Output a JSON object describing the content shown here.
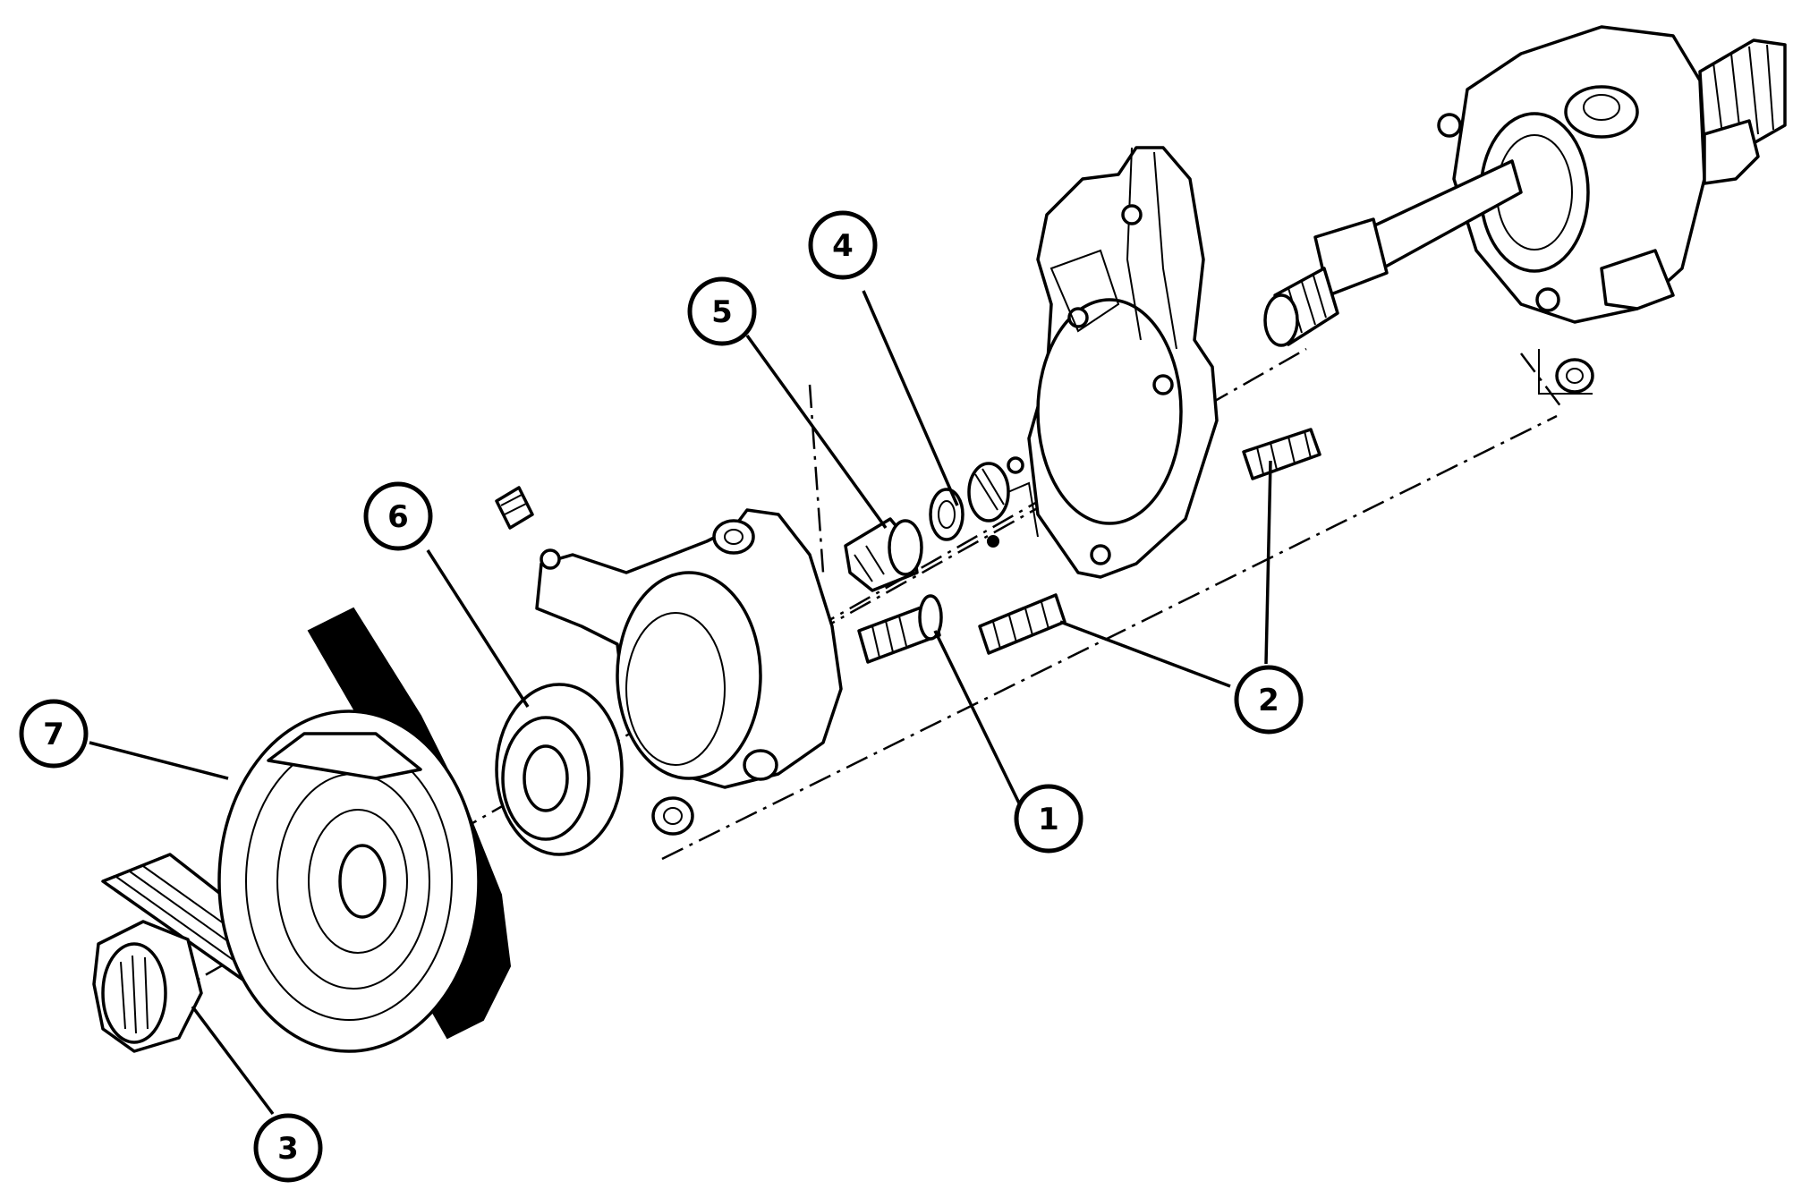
{
  "diagram": {
    "colors": {
      "ink": "#000000",
      "paper": "#ffffff"
    },
    "callouts": [
      {
        "id": "1",
        "label": "1"
      },
      {
        "id": "2",
        "label": "2"
      },
      {
        "id": "3",
        "label": "3"
      },
      {
        "id": "4",
        "label": "4"
      },
      {
        "id": "5",
        "label": "5"
      },
      {
        "id": "6",
        "label": "6"
      },
      {
        "id": "7",
        "label": "7"
      }
    ]
  }
}
